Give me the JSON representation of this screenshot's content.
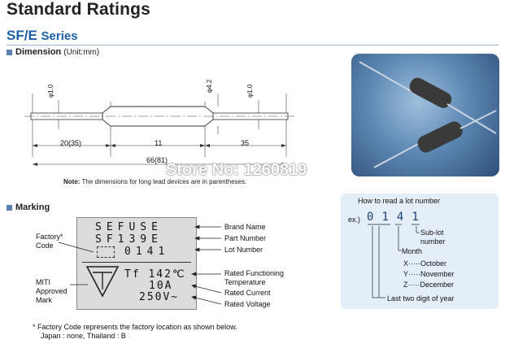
{
  "header": {
    "title": "Standard Ratings",
    "series_code": "SF/E",
    "series_word": "Series"
  },
  "dimension": {
    "heading": "Dimension",
    "unit": "(Unit:mm)",
    "dim_lead_left": "20(35)",
    "dim_body": "11",
    "dim_lead_right": "35",
    "dim_total": "66(81)",
    "dia_left": "φ1.0",
    "dia_body": "φ4.2",
    "dia_right": "φ1.0",
    "note_label": "Note:",
    "note_text": "The dimensions for long lead devices are in parentheses."
  },
  "watermark": "Store No: 1260819",
  "marking": {
    "heading": "Marking",
    "line1": "SEFUSE",
    "line2": "SF139E",
    "line3": "0141",
    "line4": "Tf 142℃",
    "line5": "10A",
    "line6": "250V∼",
    "factory_code_label_1": "Factory*",
    "factory_code_label_2": "Code",
    "miti_label_1": "MITI",
    "miti_label_2": "Approved",
    "miti_label_3": "Mark",
    "brand_name": "Brand Name",
    "part_number": "Part Number",
    "lot_number": "Lot Number",
    "rated_temp_1": "Rated Functioning",
    "rated_temp_2": "Temperature",
    "rated_current": "Rated Current",
    "rated_voltage": "Rated Voltage"
  },
  "lot": {
    "title": "How to read a lot number",
    "ex_label": "ex.)",
    "digit1": "0",
    "digit2": "1",
    "digit3": "4",
    "digit4": "1",
    "sublot_1": "Sub-lot",
    "sublot_2": "number",
    "month": "Month",
    "x_row": "X·····October",
    "y_row": "Y·····November",
    "z_row": "Z·····December",
    "last_two": "Last two digit of year"
  },
  "footnote": {
    "line1": "* Factory Code represents the factory location as shown below.",
    "line2": "Japan : none, Thailand : B"
  },
  "colors": {
    "series_blue": "#1f5fa8",
    "marking_bg": "#dcdcdc",
    "lot_bg": "#e4eef9"
  }
}
